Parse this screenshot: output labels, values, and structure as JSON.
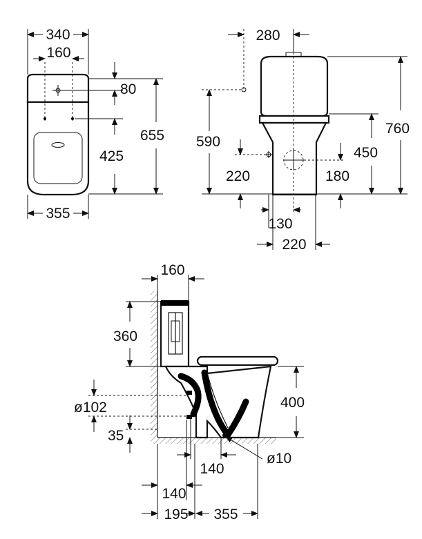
{
  "top_view": {
    "width_top": "340",
    "inlet_spacing": "160",
    "tank_depth": "80",
    "total_depth": "655",
    "bowl_depth": "425",
    "width_bottom": "355"
  },
  "front_view": {
    "top_offset": "280",
    "inlet_height": "590",
    "total_height": "760",
    "seat_height": "450",
    "left_inlet_height": "220",
    "right_outlet_height": "180",
    "inlet_offset": "130",
    "base_width": "220"
  },
  "side_view": {
    "tank_thickness": "160",
    "tank_height": "360",
    "outlet_diameter": "ø102",
    "outlet_height": "35",
    "bowl_height": "400",
    "inlet_offset": "140",
    "fixing_diameter": "ø10",
    "bottom_offset": "140",
    "wall_to_outlet": "195",
    "outlet_to_front": "355"
  }
}
